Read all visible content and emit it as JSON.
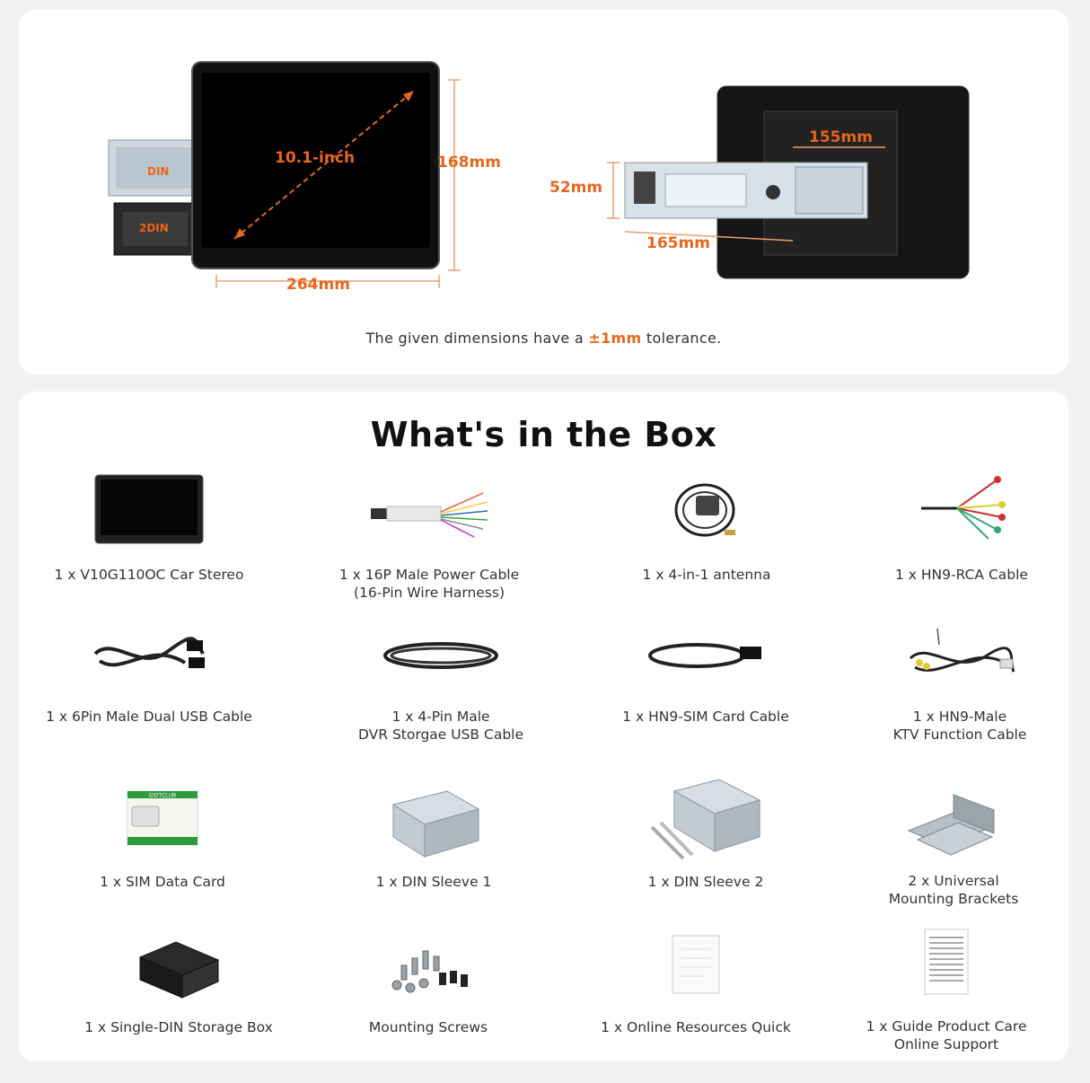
{
  "dimensions": {
    "screen_size": "10.1-inch",
    "height": "168mm",
    "width": "264mm",
    "depth": "165mm",
    "chassis_width": "155mm",
    "chassis_height": "52mm",
    "din_label": "DIN",
    "din2_label": "2DIN",
    "tolerance_prefix": "The given dimensions have a ",
    "tolerance_value": "±1mm",
    "tolerance_suffix": " tolerance."
  },
  "box": {
    "title": "What's in the Box",
    "items": [
      {
        "label": "1 x V10G110OC Car Stereo",
        "icon": "car-stereo-icon"
      },
      {
        "label": "1 x 16P Male Power Cable\n(16-Pin Wire Harness)",
        "icon": "power-cable-icon"
      },
      {
        "label": "1 x 4-in-1 antenna",
        "icon": "antenna-icon"
      },
      {
        "label": "1 x HN9-RCA Cable",
        "icon": "rca-cable-icon"
      },
      {
        "label": "1 x 6Pin Male Dual USB Cable",
        "icon": "dual-usb-cable-icon"
      },
      {
        "label": "1 x 4-Pin Male\nDVR Storgae USB Cable",
        "icon": "dvr-usb-cable-icon"
      },
      {
        "label": "1 x HN9-SIM Card Cable",
        "icon": "sim-card-cable-icon"
      },
      {
        "label": "1 x HN9-Male\nKTV Function Cable",
        "icon": "ktv-cable-icon"
      },
      {
        "label": "1 x SIM Data Card",
        "icon": "sim-data-card-icon",
        "brand": "EIOTCLUB"
      },
      {
        "label": "1 x DIN Sleeve 1",
        "icon": "din-sleeve-1-icon"
      },
      {
        "label": "1 x DIN Sleeve 2",
        "icon": "din-sleeve-2-icon"
      },
      {
        "label": "2 x Universal\nMounting Brackets",
        "icon": "mounting-brackets-icon"
      },
      {
        "label": "1 x Single-DIN Storage Box",
        "icon": "storage-box-icon"
      },
      {
        "label": "Mounting Screws",
        "icon": "mounting-screws-icon"
      },
      {
        "label": "1 x Online Resources Quick",
        "icon": "quick-guide-icon"
      },
      {
        "label": "1 x Guide Product Care\nOnline Support",
        "icon": "product-care-guide-icon"
      }
    ]
  },
  "colors": {
    "accent": "#e8661c",
    "background": "#f2f2f2",
    "card": "#ffffff",
    "text": "#222222"
  }
}
